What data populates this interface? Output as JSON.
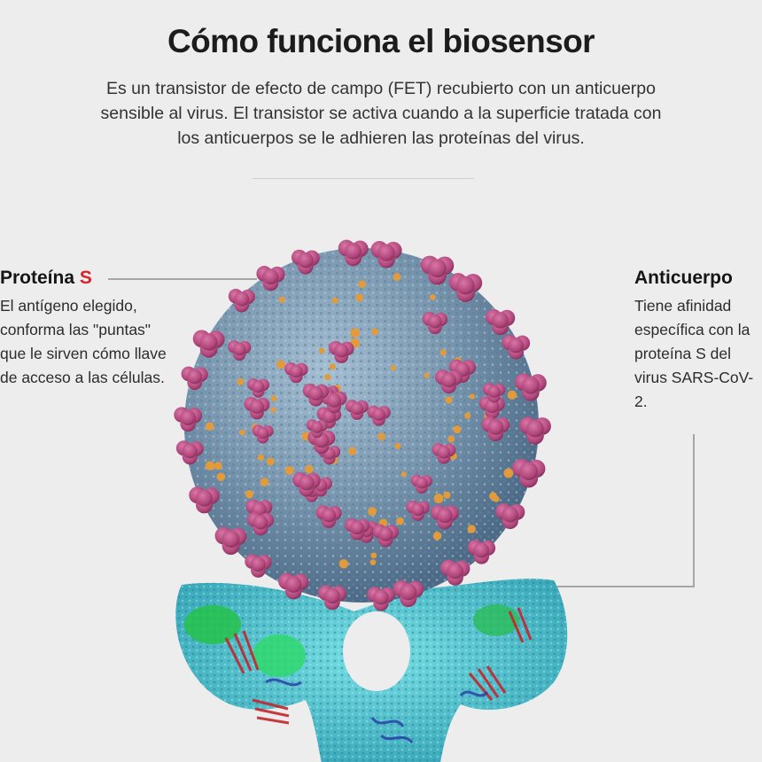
{
  "header": {
    "title": "Cómo funciona el biosensor",
    "subtitle": "Es un transistor de efecto de campo (FET) recubierto con un anticuerpo sensible al virus. El transistor se activa cuando a la superficie tratada con los anticuerpos se le adhieren las proteínas del virus."
  },
  "callouts": {
    "protein": {
      "title_main": "Proteína ",
      "title_accent": "S",
      "body": "El antígeno elegido, conforma las \"puntas\" que le sirven cómo llave de acceso a las células."
    },
    "antibody": {
      "title": "Anticuerpo",
      "body": "Tiene afinidad específica con la proteína S del virus SARS-CoV-2."
    }
  },
  "colors": {
    "background": "#ededed",
    "accent_red": "#d8232a",
    "virus_body": "#7896ae",
    "spike_protein": "#b0467a",
    "antibody": "#3fb6c2",
    "leader_line": "#a5a5a5"
  },
  "icons": {
    "virus": "coronavirus-illustration",
    "antibody": "antibody-molecule-illustration"
  }
}
